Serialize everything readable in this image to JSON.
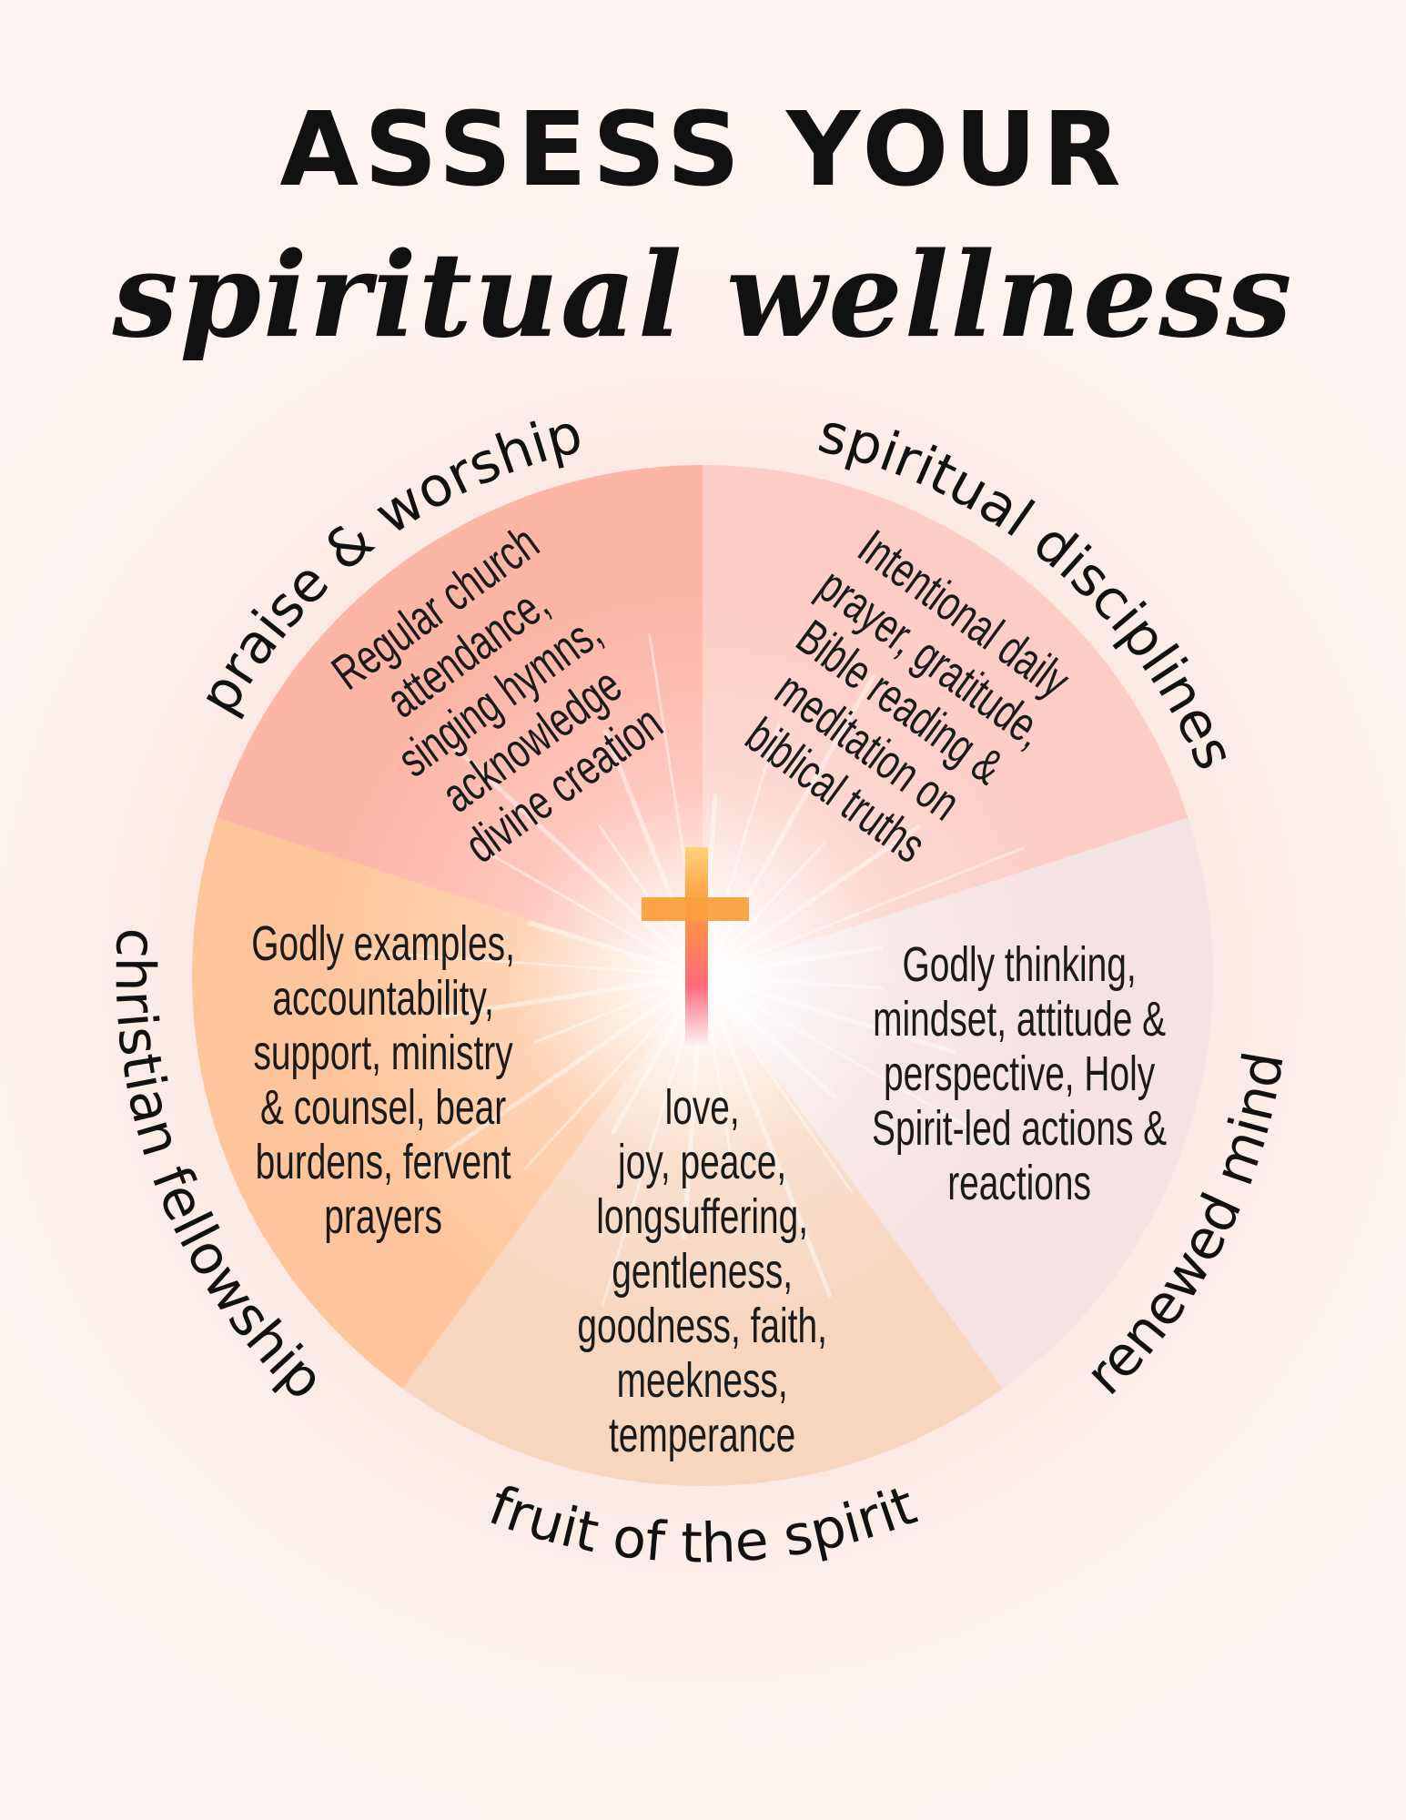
{
  "title": {
    "line1": "ASSESS YOUR",
    "line2": "spiritual wellness"
  },
  "segments": [
    {
      "label": "praise & worship",
      "description": "Regular church\nattendance,\nsinging hymns,\nacknowledge\ndivine creation",
      "color": "#fdb5a6"
    },
    {
      "label": "spiritual disciplines",
      "description": "Intentional daily\nprayer, gratitude,\nBible reading &\nmeditation on\nbiblical truths",
      "color": "#fccdc4"
    },
    {
      "label": "renewed mind",
      "description": "Godly thinking,\nmindset, attitude &\nperspective, Holy\nSpirit-led actions &\nreactions",
      "color": "#f5e2e2"
    },
    {
      "label": "fruit of the spirit",
      "description": "love,\njoy, peace,\nlongsuffering,\ngentleness,\ngoodness, faith,\nmeekness,\ntemperance",
      "color": "#f8d5bd"
    },
    {
      "label": "christian fellowship",
      "description": "Godly examples,\naccountability,\nsupport, ministry\n& counsel, bear\nburdens,  fervent\nprayers",
      "color": "#fec59c"
    }
  ],
  "center_icon": "cross-icon",
  "cross_colors": [
    "#ffd27a",
    "#ff9a3c",
    "#ff6a7a",
    "#fff0f0"
  ]
}
